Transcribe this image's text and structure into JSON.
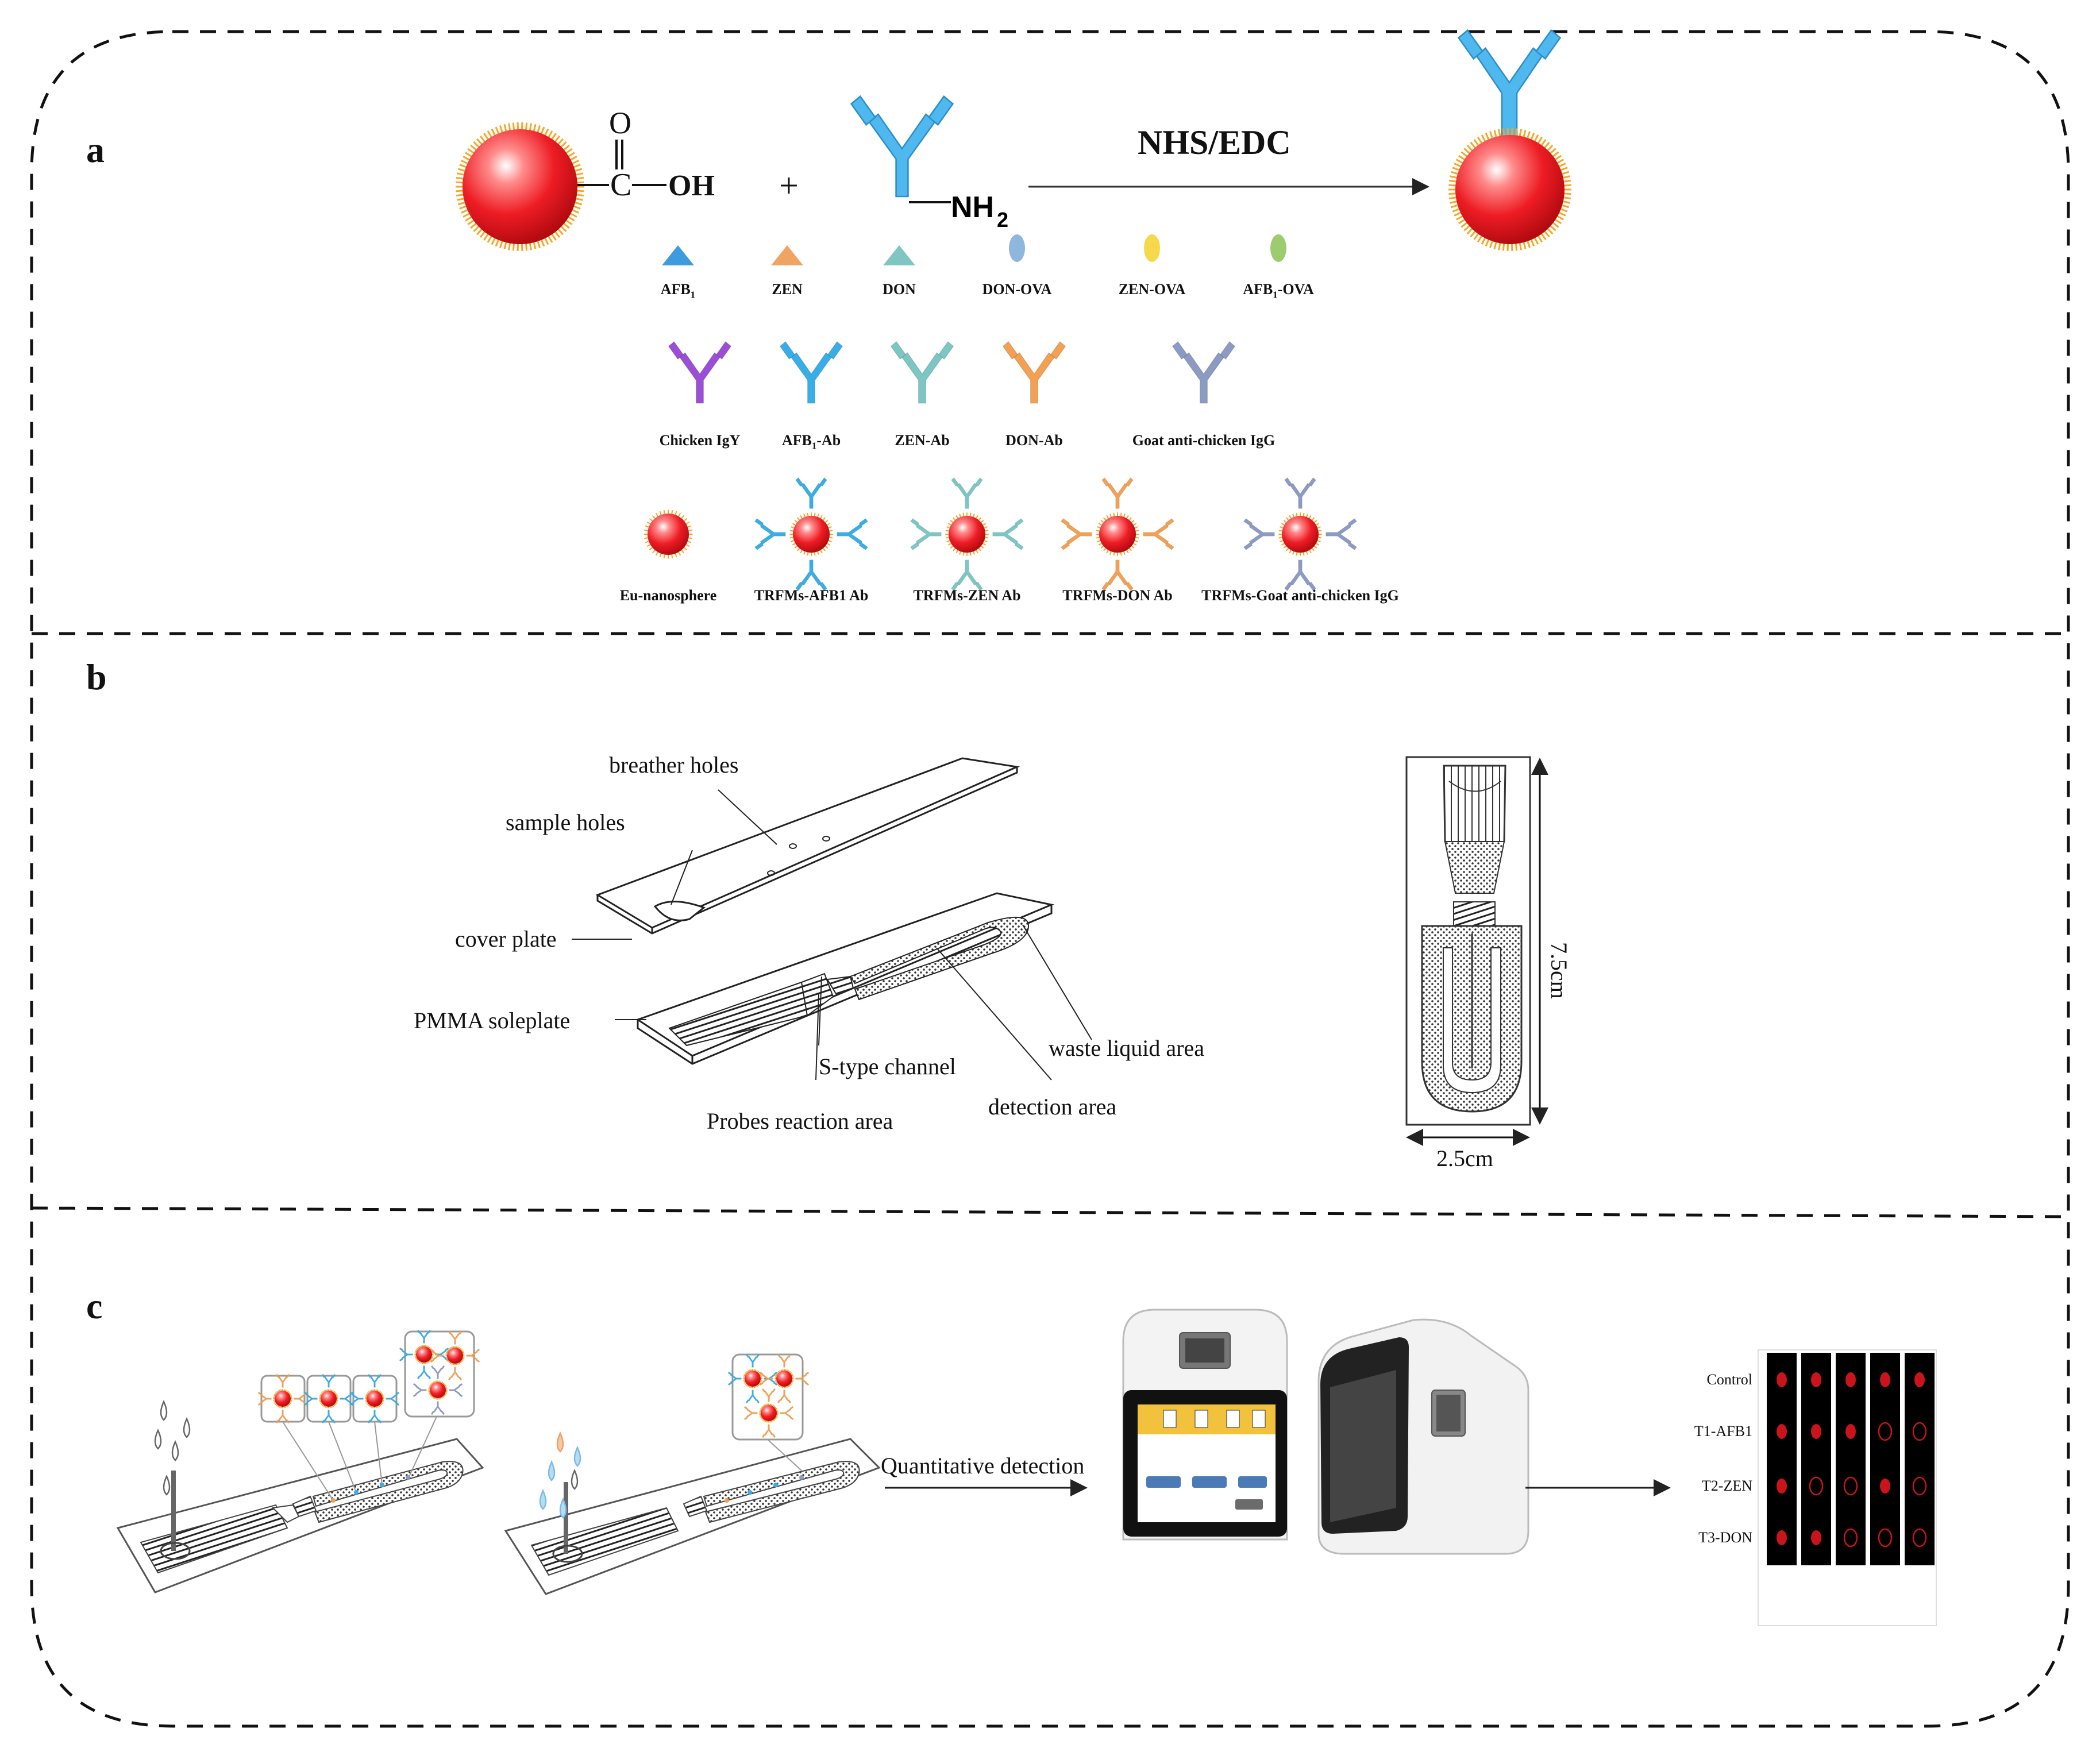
{
  "panels": {
    "a": {
      "letter": "a",
      "reaction": {
        "carboxyl_o": "O",
        "carboxyl_c": "C",
        "carboxyl_oh": "OH",
        "plus": "+",
        "amine": "NH",
        "amine_sub": "2",
        "reagent": "NHS/EDC"
      },
      "legend_row1": [
        {
          "label": "AFB",
          "sub": "1",
          "suffix": "",
          "color": "#3d9be0",
          "shape": "triangle"
        },
        {
          "label": "ZEN",
          "sub": "",
          "suffix": "",
          "color": "#f0a464",
          "shape": "triangle"
        },
        {
          "label": "DON",
          "sub": "",
          "suffix": "",
          "color": "#7fc5c2",
          "shape": "triangle"
        },
        {
          "label": "DON-OVA",
          "sub": "",
          "suffix": "",
          "color": "#8fb6dd",
          "shape": "ellipse"
        },
        {
          "label": "ZEN-OVA",
          "sub": "",
          "suffix": "",
          "color": "#f7d84a",
          "shape": "ellipse"
        },
        {
          "label": "AFB",
          "sub": "1",
          "suffix": "-OVA",
          "color": "#9ccc6e",
          "shape": "ellipse"
        }
      ],
      "legend_row2": [
        {
          "label": "Chicken IgY",
          "sub": "",
          "suffix": "",
          "color": "#9b4fd6"
        },
        {
          "label": "AFB",
          "sub": "1",
          "suffix": "-Ab",
          "color": "#38aee8"
        },
        {
          "label": "ZEN-Ab",
          "sub": "",
          "suffix": "",
          "color": "#7cc7c4"
        },
        {
          "label": "DON-Ab",
          "sub": "",
          "suffix": "",
          "color": "#f4a052"
        },
        {
          "label": "Goat anti-chicken IgG",
          "sub": "",
          "suffix": "",
          "color": "#8c9bc4"
        }
      ],
      "legend_row3": [
        {
          "label": "Eu-nanosphere",
          "antibody_color": ""
        },
        {
          "label": "TRFMs-AFB1 Ab",
          "antibody_color": "#38aee8"
        },
        {
          "label": "TRFMs-ZEN Ab",
          "antibody_color": "#7cc7c4"
        },
        {
          "label": "TRFMs-DON Ab",
          "antibody_color": "#f4a052"
        },
        {
          "label": "TRFMs-Goat anti-chicken IgG",
          "antibody_color": "#8c9bc4"
        }
      ]
    },
    "b": {
      "letter": "b",
      "labels": {
        "breather_holes": "breather holes",
        "sample_holes": "sample holes",
        "cover_plate": "cover plate",
        "pmma_soleplate": "PMMA soleplate",
        "s_type_channel": "S-type channel",
        "waste_liquid_area": "waste liquid area",
        "probes_reaction_area": "Probes reaction area",
        "detection_area": "detection area",
        "length": "7.5cm",
        "width": "2.5cm"
      }
    },
    "c": {
      "letter": "c",
      "arrow_label": "Quantitative detection",
      "row_labels": [
        "Control",
        "T1-AFB1",
        "T2-ZEN",
        "T3-DON"
      ],
      "result_strips": 5
    }
  },
  "colors": {
    "sphere": "#e8121b",
    "sphere_fringe": "#f5a623",
    "strip_bg": "#000000",
    "spot": "#c8141a"
  }
}
